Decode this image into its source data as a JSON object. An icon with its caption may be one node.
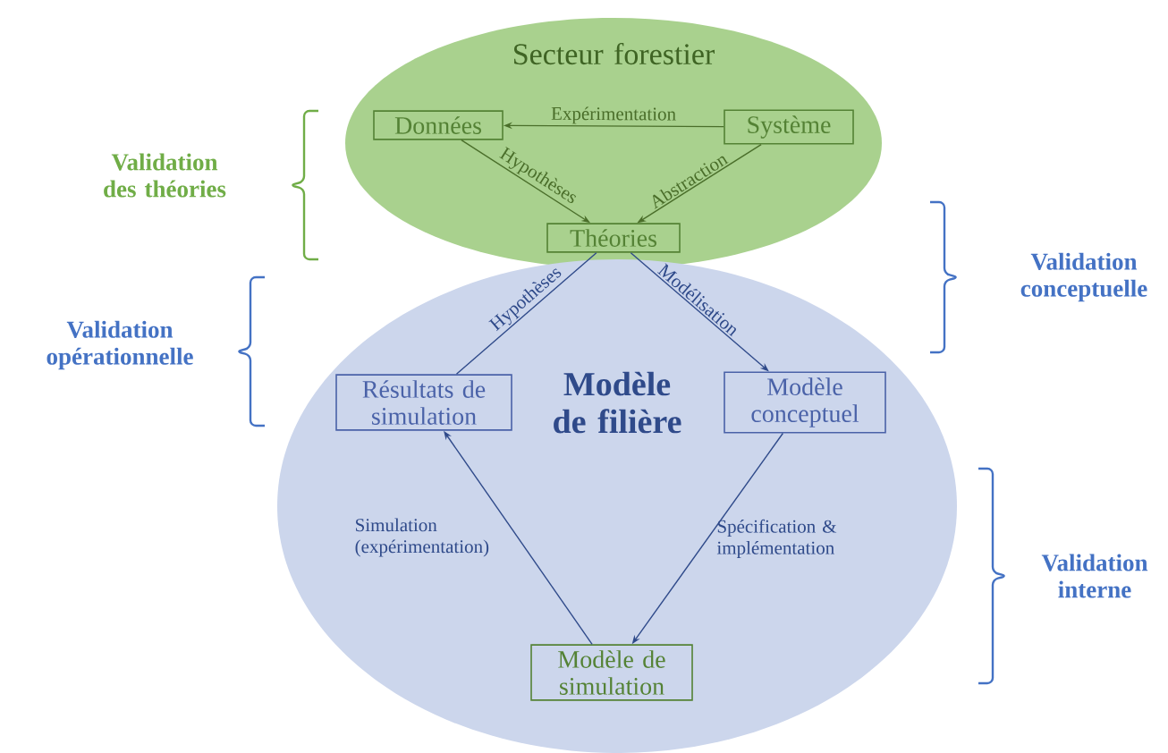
{
  "diagram": {
    "nodes": [
      {
        "text": [
          "Secteur forestier"
        ]
      },
      {
        "text": [
          "Données"
        ],
        "in": 0
      },
      {
        "text": [
          "Système"
        ],
        "in": 0
      },
      {
        "text": [
          "Théories"
        ],
        "in": 0
      },
      {
        "text": [
          "Modèle de filière"
        ]
      },
      {
        "text": [
          "Résultats de simulation"
        ],
        "in": 4
      },
      {
        "text": [
          "Modèle conceptuel"
        ],
        "in": 4
      },
      {
        "text": [
          "Modèle de simulation"
        ],
        "in": 4
      }
    ],
    "edges": [
      {
        "from": 2,
        "to": 1,
        "arrow": "to",
        "label": "Expérimentation",
        "color": "#4a6e2a"
      },
      {
        "from": 1,
        "to": 3,
        "arrow": "to",
        "label": "Hypothèses",
        "color": "#4a6e2a"
      },
      {
        "from": 2,
        "to": 3,
        "arrow": "to",
        "label": "Abstraction",
        "color": "#4a6e2a"
      },
      {
        "from": 3,
        "to": 5,
        "arrow": "none",
        "label": "Hypothèses"
      },
      {
        "from": 3,
        "to": 6,
        "arrow": "to",
        "label": "Modélisation"
      },
      {
        "from": 6,
        "to": 7,
        "arrow": "to",
        "label": "Spécification & implémentation"
      },
      {
        "from": 7,
        "to": 5,
        "arrow": "to",
        "label": "Simulation (expérimentation)"
      }
    ],
    "labels": [
      "Validation des théories",
      "Validation conceptuelle",
      "Validation opérationnelle",
      "Validation interne"
    ]
  }
}
